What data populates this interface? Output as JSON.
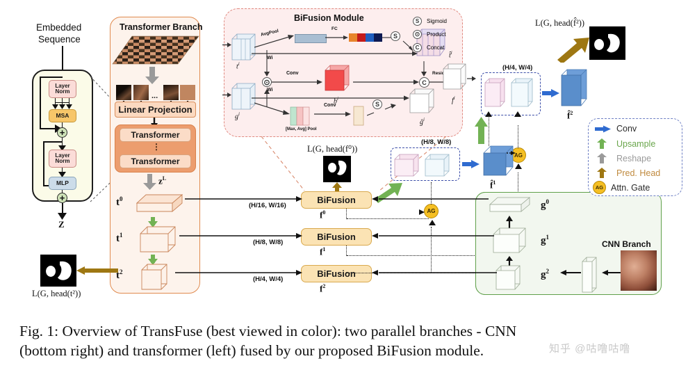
{
  "figure": {
    "caption_line1": "Fig. 1: Overview of TransFuse (best viewed in color): two parallel branches - CNN",
    "caption_line2": "(bottom right) and transformer (left) fused by our proposed BiFusion module.",
    "watermark": "知乎 @咕噜咕噜"
  },
  "encoder": {
    "input_label_line1": "Embedded",
    "input_label_line2": "Sequence",
    "output_label": "Z",
    "blocks": [
      {
        "name": "layer-norm-1",
        "label": "Layer\nNorm",
        "color": "#fbdcd8"
      },
      {
        "name": "msa",
        "label": "MSA",
        "color": "#f7c669"
      },
      {
        "name": "add-1",
        "label": "+",
        "color": "#cfe3b8"
      },
      {
        "name": "layer-norm-2",
        "label": "Layer\nNorm",
        "color": "#fbdcd8"
      },
      {
        "name": "mlp",
        "label": "MLP",
        "color": "#ccdce9"
      },
      {
        "name": "add-2",
        "label": "+",
        "color": "#cfe3b8"
      }
    ]
  },
  "transformer_branch": {
    "title": "Transformer Branch",
    "linear_projection": "Linear Projection",
    "transformer_top": "Transformer",
    "transformer_bottom": "Transformer",
    "ellipsis": "⋮",
    "patch_ellipsis": "...",
    "latent_label": "z",
    "latent_sup": "L",
    "features": [
      {
        "name": "t0",
        "base": "t",
        "sup": "0"
      },
      {
        "name": "t1",
        "base": "t",
        "sup": "1"
      },
      {
        "name": "t2",
        "base": "t",
        "sup": "2"
      }
    ]
  },
  "bifusion_module": {
    "title": "BiFusion Module",
    "inputs": [
      {
        "name": "t-i",
        "base": "t",
        "sup": "i"
      },
      {
        "name": "g-i",
        "base": "g",
        "sup": "i"
      }
    ],
    "ops": {
      "avgpool": "AvgPool",
      "fc": "FC",
      "conv_mid": "Conv",
      "conv_bottom": "Conv",
      "maxavgpool": "[Max, Avg] Pool",
      "residual": "Residual",
      "weight_top": "Wi",
      "weight_bottom": "Wi"
    },
    "outputs": [
      {
        "name": "t-hat-i",
        "base": "t̂",
        "sup": "i"
      },
      {
        "name": "b-i",
        "base": "b",
        "sup": "i"
      },
      {
        "name": "g-hat-i",
        "base": "ĝ",
        "sup": "i"
      },
      {
        "name": "f-i",
        "base": "f",
        "sup": "i"
      }
    ],
    "symbol_legend": [
      {
        "name": "sigmoid",
        "glyph": "S",
        "label": "Sigmoid"
      },
      {
        "name": "product",
        "glyph": "⊙",
        "label": "Product"
      },
      {
        "name": "concat",
        "glyph": "C",
        "label": "Concat"
      }
    ]
  },
  "fusion_column": {
    "blocks": [
      {
        "name": "bifusion-0",
        "label": "BiFusion",
        "res": "(H/16, W/16)",
        "out_base": "f",
        "out_sup": "0"
      },
      {
        "name": "bifusion-1",
        "label": "BiFusion",
        "res": "(H/8, W/8)",
        "out_base": "f",
        "out_sup": "1"
      },
      {
        "name": "bifusion-2",
        "label": "BiFusion",
        "res": "(H/4, W/4)",
        "out_base": "f",
        "out_sup": "2"
      }
    ]
  },
  "upsample_stages": [
    {
      "name": "stage-h8",
      "res": "(H/8, W/8)",
      "out_base": "f̂",
      "out_sup": "1"
    },
    {
      "name": "stage-h4",
      "res": "(H/4, W/4)",
      "out_base": "f̂",
      "out_sup": "2"
    }
  ],
  "cnn_branch": {
    "title": "CNN Branch",
    "features": [
      {
        "name": "g0",
        "base": "g",
        "sup": "0"
      },
      {
        "name": "g1",
        "base": "g",
        "sup": "1"
      },
      {
        "name": "g2",
        "base": "g",
        "sup": "2"
      }
    ]
  },
  "losses": [
    {
      "name": "loss-f0",
      "text": "L(G, head(f⁰))",
      "pos": "center"
    },
    {
      "name": "loss-t2",
      "text": "L(G, head(t²))",
      "pos": "bottom-left"
    },
    {
      "name": "loss-fhat2",
      "text": "L(G, head(f̂²))",
      "pos": "top-right"
    }
  ],
  "legend": {
    "items": [
      {
        "name": "conv",
        "label": "Conv",
        "color": "#2f6bd0"
      },
      {
        "name": "upsample",
        "label": "Upsample",
        "color": "#72b254"
      },
      {
        "name": "reshape",
        "label": "Reshape",
        "color": "#9a9a9a"
      },
      {
        "name": "pred-head",
        "label": "Pred. Head",
        "color": "#9e7712"
      },
      {
        "name": "attn-gate",
        "label": "Attn. Gate",
        "color": "#f5bf23",
        "glyph": "AG"
      }
    ]
  },
  "attn_gates": [
    {
      "name": "ag-top",
      "label": "AG"
    },
    {
      "name": "ag-mid",
      "label": "AG"
    }
  ]
}
